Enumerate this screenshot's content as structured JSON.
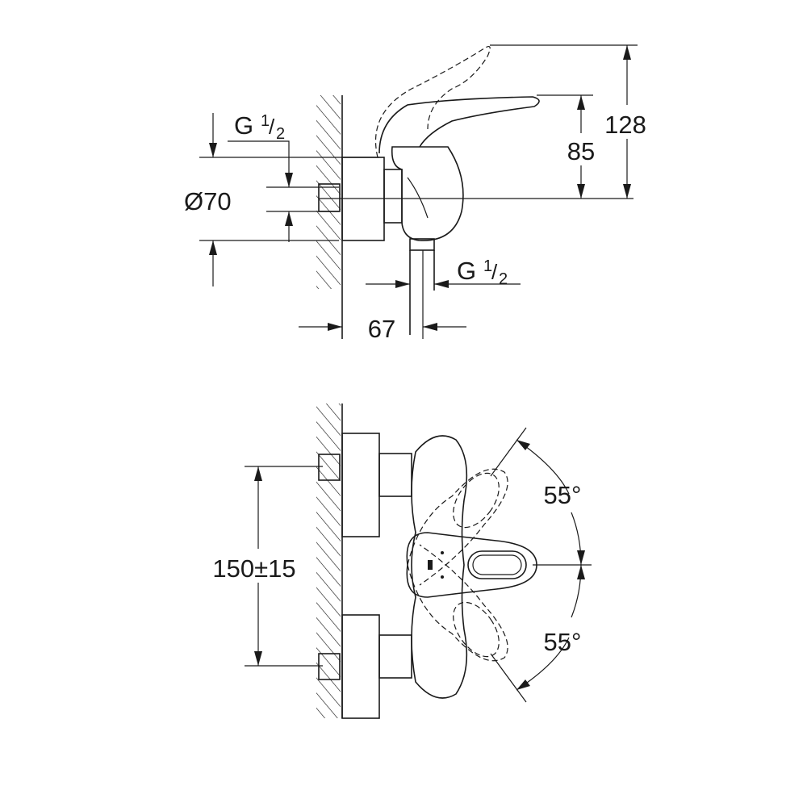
{
  "side_view": {
    "thread_inlet": {
      "letter": "G",
      "num": "1",
      "slash": "/",
      "den": "2"
    },
    "thread_outlet": {
      "letter": "G",
      "num": "1",
      "slash": "/",
      "den": "2"
    },
    "diameter": "Ø70",
    "height_handle": "85",
    "height_raised": "128",
    "projection": "67"
  },
  "top_view": {
    "centers": "150±15",
    "angle_up": "55°",
    "angle_down": "55°"
  }
}
